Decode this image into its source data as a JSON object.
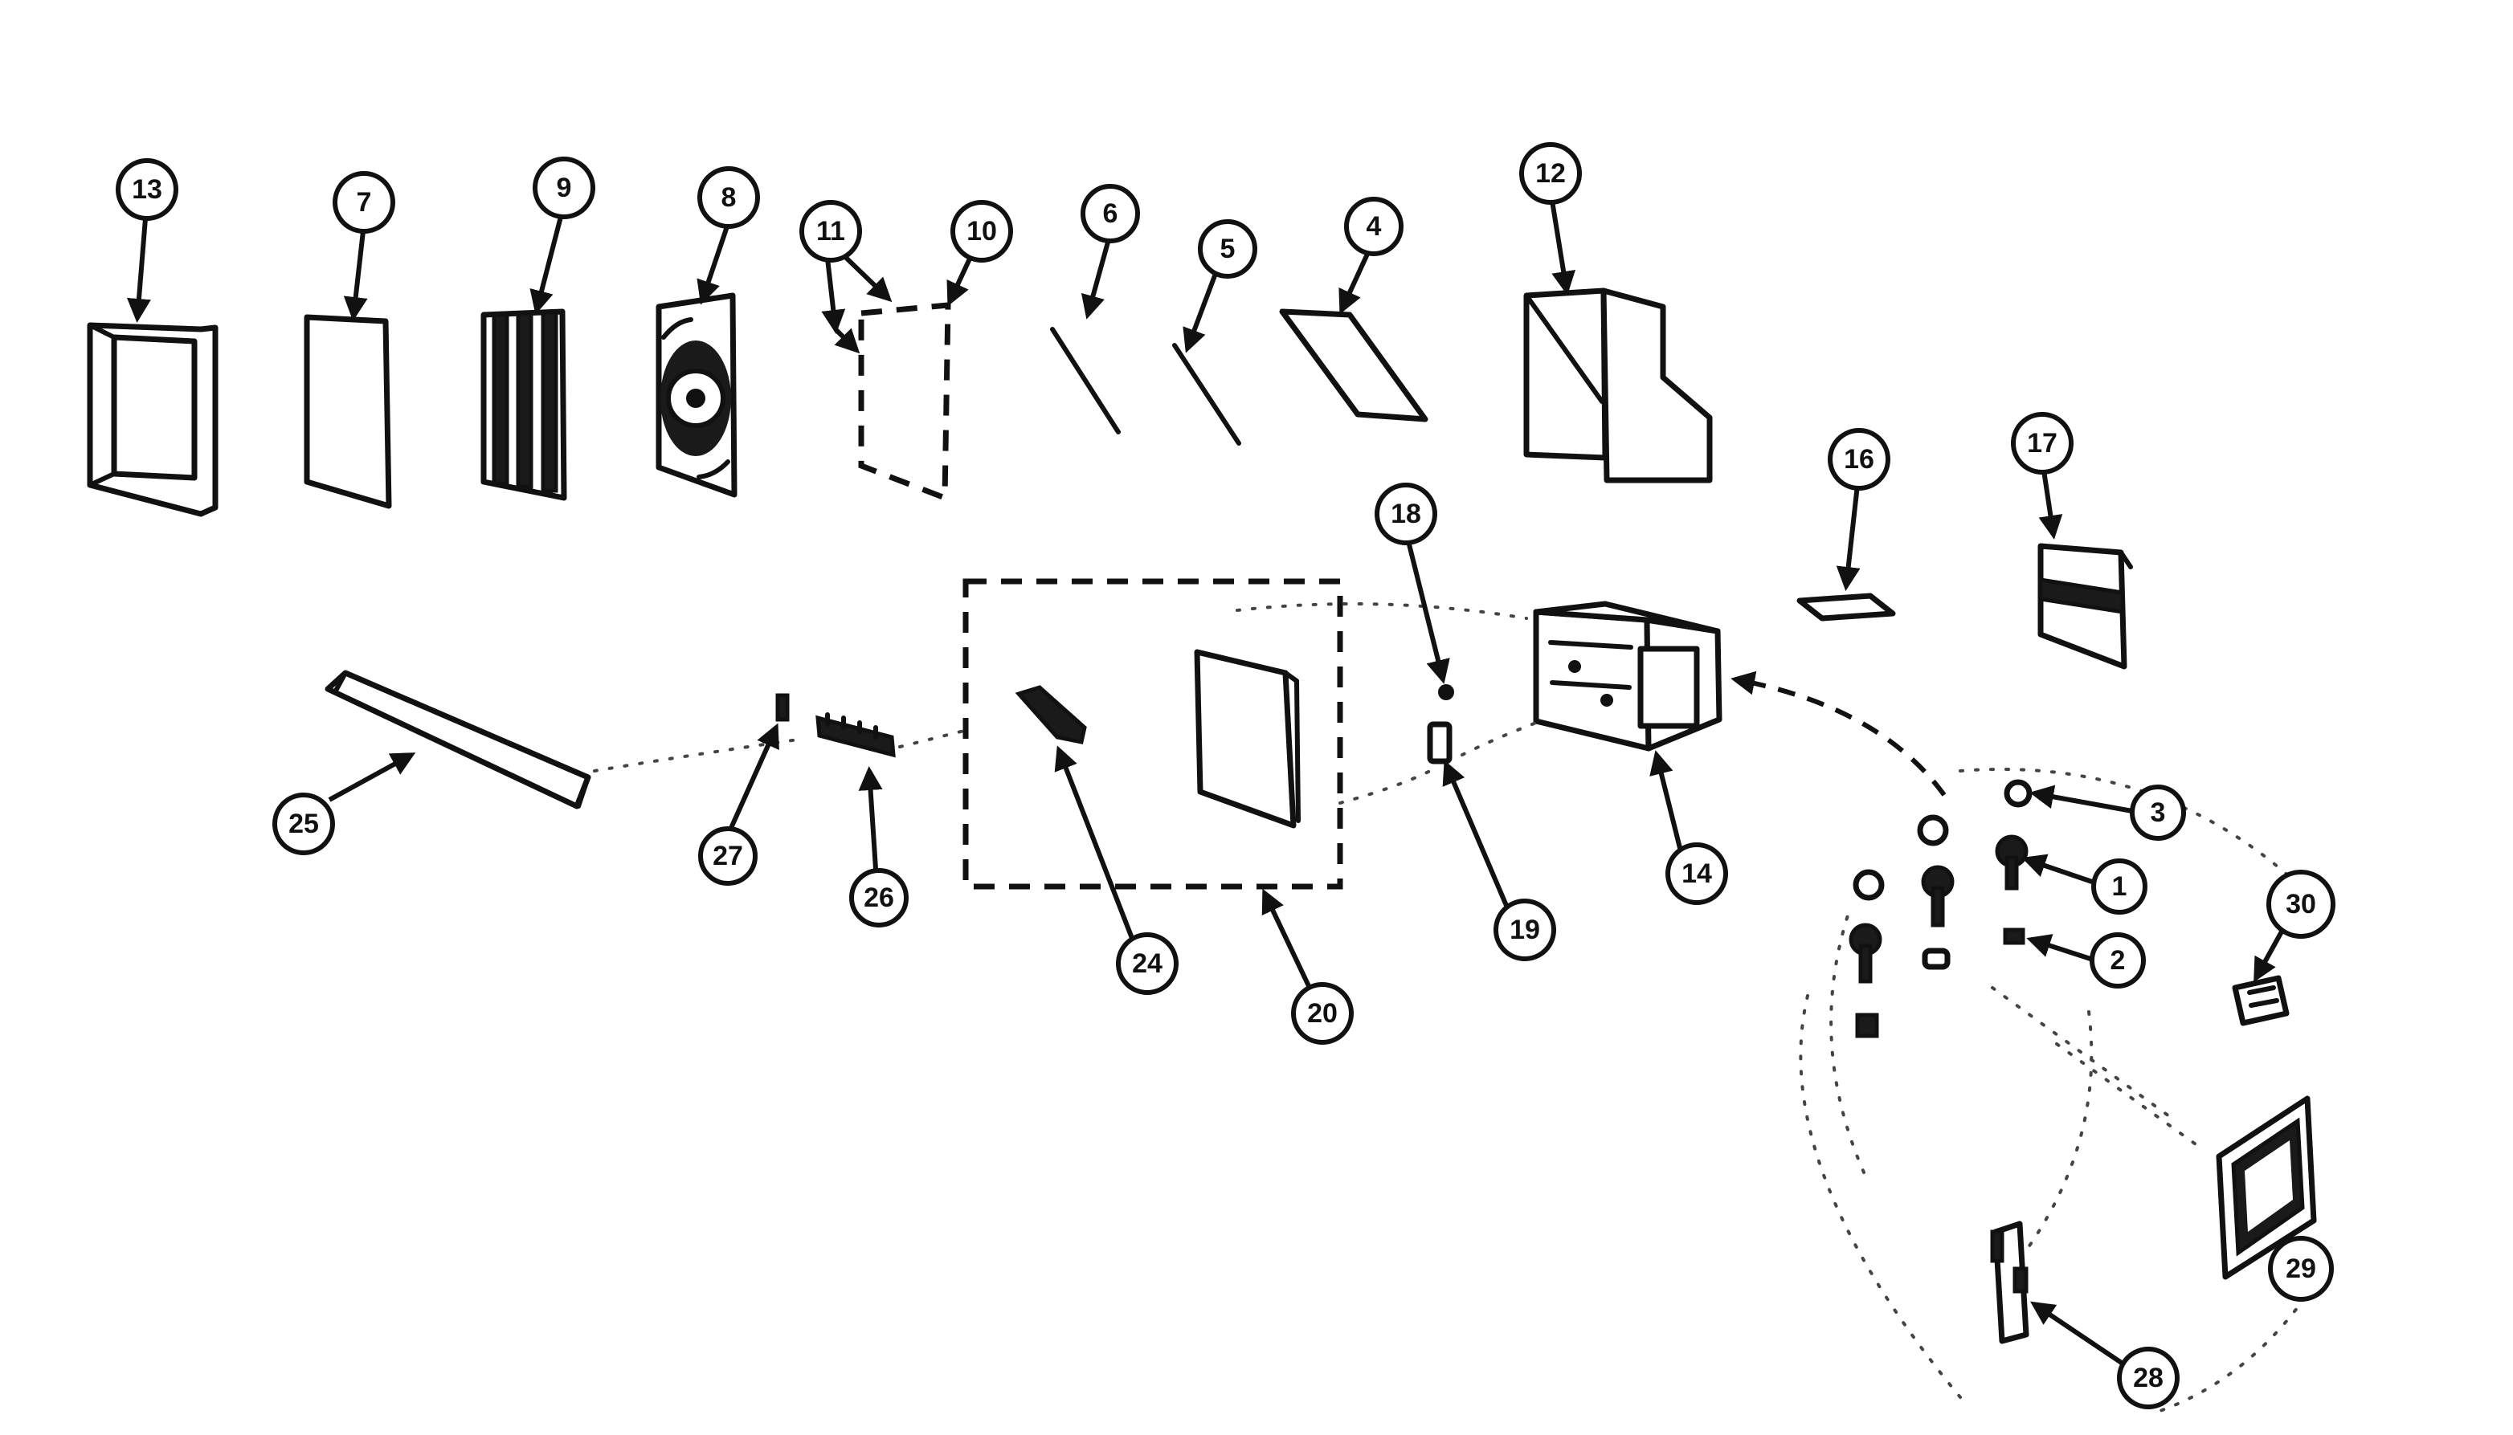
{
  "diagram": {
    "callouts": [
      {
        "id": "13",
        "label": "13"
      },
      {
        "id": "7",
        "label": "7"
      },
      {
        "id": "9",
        "label": "9"
      },
      {
        "id": "8",
        "label": "8"
      },
      {
        "id": "11",
        "label": "11"
      },
      {
        "id": "10",
        "label": "10"
      },
      {
        "id": "6",
        "label": "6"
      },
      {
        "id": "5",
        "label": "5"
      },
      {
        "id": "4",
        "label": "4"
      },
      {
        "id": "12",
        "label": "12"
      },
      {
        "id": "16",
        "label": "16"
      },
      {
        "id": "17",
        "label": "17"
      },
      {
        "id": "18",
        "label": "18"
      },
      {
        "id": "19",
        "label": "19"
      },
      {
        "id": "14",
        "label": "14"
      },
      {
        "id": "25",
        "label": "25"
      },
      {
        "id": "27",
        "label": "27"
      },
      {
        "id": "26",
        "label": "26"
      },
      {
        "id": "24",
        "label": "24"
      },
      {
        "id": "20",
        "label": "20"
      },
      {
        "id": "3",
        "label": "3"
      },
      {
        "id": "1",
        "label": "1"
      },
      {
        "id": "2",
        "label": "2"
      },
      {
        "id": "30",
        "label": "30"
      },
      {
        "id": "29",
        "label": "29"
      },
      {
        "id": "28",
        "label": "28"
      }
    ]
  }
}
